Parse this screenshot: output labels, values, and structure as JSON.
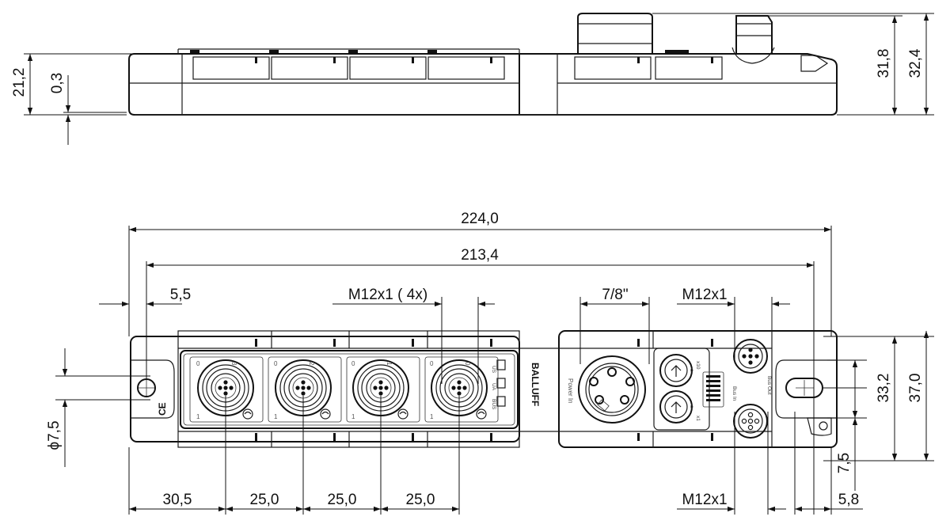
{
  "dimensions": {
    "overall_length": "224,0",
    "mount_pitch": "213,4",
    "edge_offset": "5,5",
    "m12_io_label": "M12x1  ( 4x)",
    "power_label": "7/8\"",
    "bus_out_label": "M12x1",
    "bus_in_label": "M12x1",
    "first_port": "30,5",
    "port_pitch_1": "25,0",
    "port_pitch_2": "25,0",
    "port_pitch_3": "25,0",
    "right_offset": "5,8",
    "hole_dia": "ϕ7,5",
    "height_body": "21,2",
    "height_base": "0,3",
    "height_conn1": "31,8",
    "height_conn2": "32,4",
    "width_holes": "33,2",
    "width_body": "37,0",
    "hole_offset": "7,5"
  },
  "labels": {
    "brand": "BALLUFF",
    "power_in": "Power In",
    "bus_in": "Bus In",
    "bus_out": "Bus Out",
    "led_us": "US",
    "led_ua": "UA",
    "led_bus": "BUS",
    "ce": "CE",
    "x10": "x10",
    "x1": "x1",
    "zero_a": "0",
    "zero_b": "0",
    "ports": [
      {
        "top": "0",
        "num": "3",
        "bot": "1"
      },
      {
        "top": "0",
        "num": "2",
        "bot": "1"
      },
      {
        "top": "0",
        "num": "1",
        "bot": "1"
      },
      {
        "top": "0",
        "num": "0",
        "bot": "1"
      }
    ]
  }
}
